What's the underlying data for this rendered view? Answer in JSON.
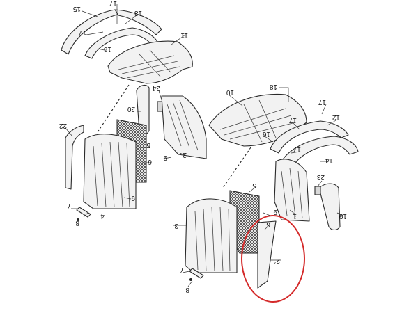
{
  "diagram": {
    "accent_color": "#d42a2a",
    "callouts": {
      "c1": "15",
      "c2": "17",
      "c3": "13",
      "c4": "17",
      "c5": "11",
      "c6": "16",
      "c7": "24",
      "c8": "20",
      "c9": "10",
      "c10": "18",
      "c11": "17",
      "c12": "22",
      "c13": "5",
      "c14": "6",
      "c15": "9",
      "c16": "2",
      "c17": "12",
      "c18": "17",
      "c19": "16",
      "c20": "17",
      "c21": "14",
      "c22": "9",
      "c23": "23",
      "c24": "7",
      "c25": "4",
      "c26": "8",
      "c27": "5",
      "c28": "3",
      "c29": "6",
      "c30": "9",
      "c31": "21",
      "c32": "1",
      "c33": "19",
      "c34": "7",
      "c35": "8"
    }
  }
}
